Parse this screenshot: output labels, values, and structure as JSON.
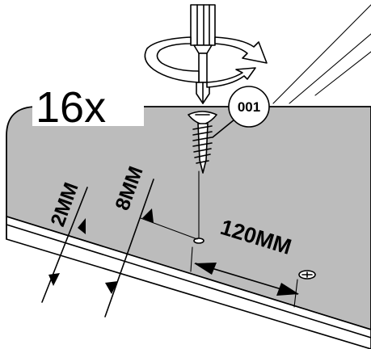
{
  "step": {
    "quantity_label": "16x",
    "part_number": "001"
  },
  "dimensions": {
    "edge_offset": "2MM",
    "hole_depth": "8MM",
    "hole_spacing": "120MM"
  },
  "colors": {
    "panel_fill": "#bcbcbc",
    "line": "#000000",
    "background": "#ffffff"
  },
  "icons": {
    "tool": "screwdriver-icon",
    "rotation": "clockwise-rotation-arrow-icon",
    "fastener": "wood-screw-icon"
  }
}
